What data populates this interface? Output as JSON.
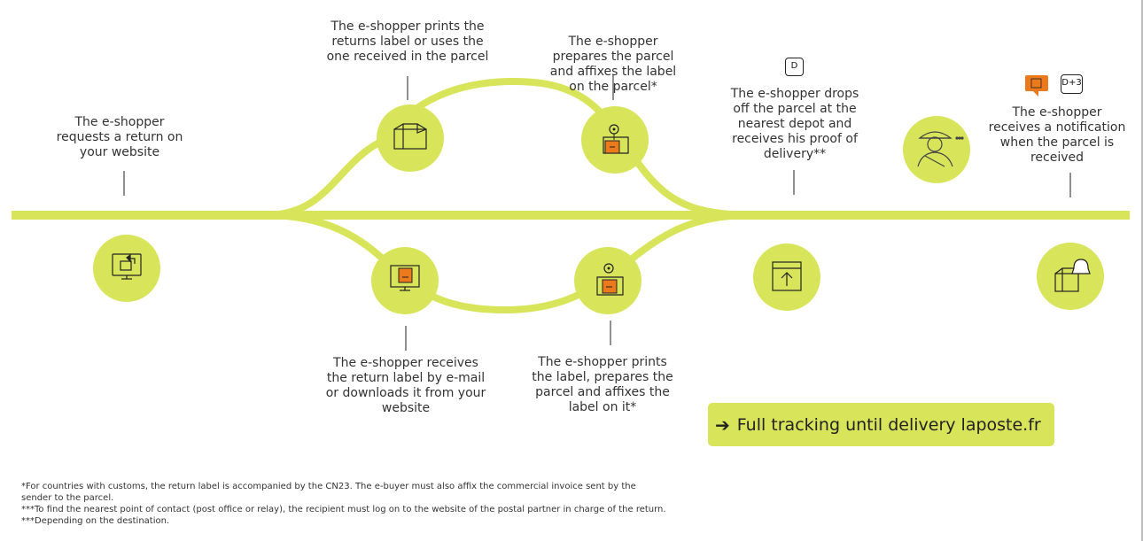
{
  "colors": {
    "accent": "#d8e55a",
    "orange": "#ea7a1c",
    "ink": "#333333"
  },
  "steps": {
    "request": [
      "The e-shopper",
      "requests a return on",
      "your website"
    ],
    "prints_top": [
      "The e-shopper prints the",
      "returns label or uses the",
      "one received in the parcel"
    ],
    "prepares_top": [
      "The e-shopper",
      "prepares the parcel",
      "and affixes the label",
      "on the parcel*"
    ],
    "drops": [
      "The e-shopper drops",
      "off the parcel at the",
      "nearest depot and",
      "receives his proof of",
      "delivery**"
    ],
    "notified": [
      "The e-shopper",
      "receives a notification",
      "when the parcel is",
      "received"
    ],
    "receives_bottom": [
      "The e-shopper receives",
      "the return label by e-mail",
      "or downloads it from your",
      "website"
    ],
    "prints_bottom": [
      "The e-shopper prints",
      "the label, prepares the",
      "parcel and affixes the",
      "label on it*"
    ]
  },
  "badges": {
    "d": "D",
    "d3": "D+3"
  },
  "icons": [
    "monitor-return-icon",
    "box-open-icon",
    "parcel-label-icon",
    "monitor-parcel-icon",
    "parcel-label-icon",
    "postman-icon",
    "dropoff-box-icon",
    "box-bell-icon",
    "notification-icon"
  ],
  "cta": {
    "arrow": "➔",
    "text": "Full tracking until delivery laposte.fr"
  },
  "footnotes": [
    "*For countries with customs, the return label is accompanied by the CN23. The e-buyer must also affix the commercial invoice sent by the",
    "sender to the parcel.",
    "***To find the nearest point of contact (post office or relay), the recipient must log on to the website of the postal partner in charge of the return.",
    "***Depending on the destination."
  ]
}
